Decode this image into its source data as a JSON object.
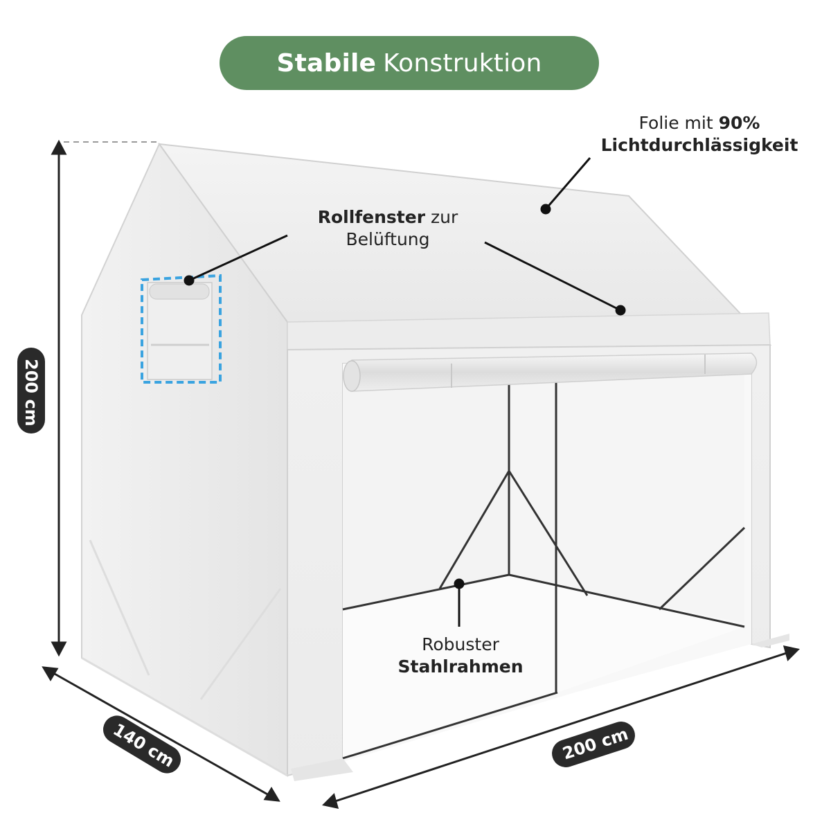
{
  "header": {
    "title_bold": "Stabile",
    "title_rest": "Konstruktion",
    "background": "#5f8f61"
  },
  "callouts": {
    "foil": {
      "line1_prefix": "Folie mit ",
      "line1_bold": "90%",
      "line2_bold": "Lichtdurchlässigkeit"
    },
    "window": {
      "line1_bold": "Rollfenster",
      "line1_rest": " zur",
      "line2": "Belüftung"
    },
    "frame": {
      "line1": "Robuster",
      "line2_bold": "Stahlrahmen"
    }
  },
  "dimensions": {
    "height": "200 cm",
    "depth": "140 cm",
    "width": "200 cm"
  },
  "colors": {
    "badge": "#2a2a2a",
    "window_highlight": "#3aa3e0",
    "frame": "#333333"
  }
}
